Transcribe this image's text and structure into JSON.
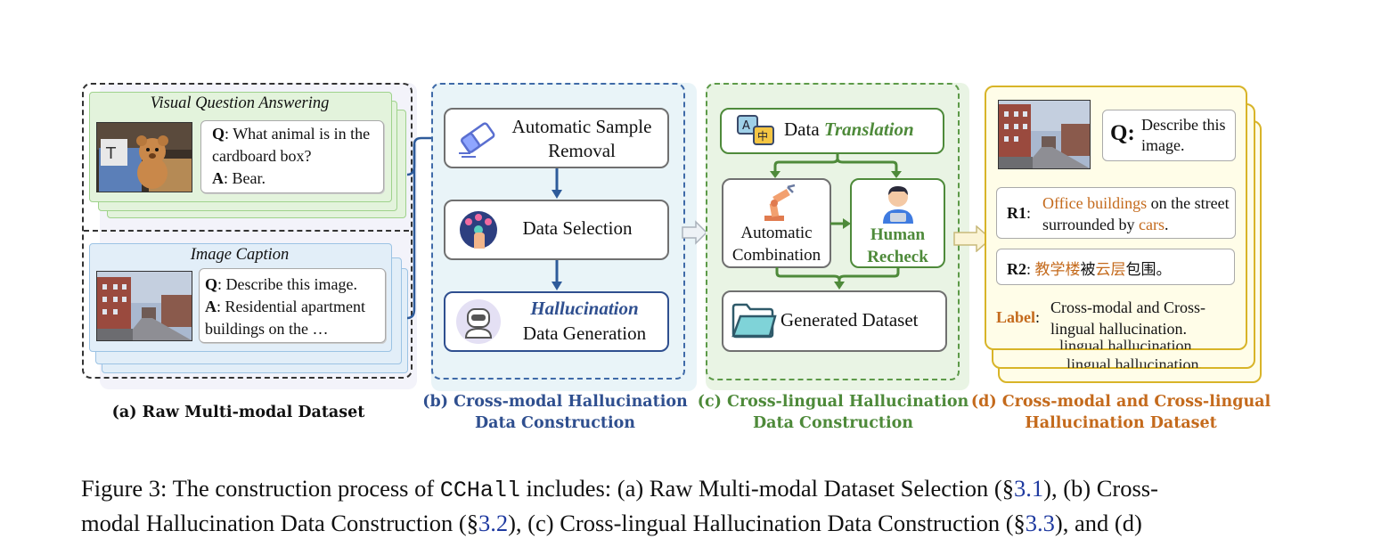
{
  "panel_a": {
    "vqa_title": "Visual Question Answering",
    "vqa_q_label": "Q",
    "vqa_q_text": ": What animal is in the cardboard box?",
    "vqa_a_label": "A",
    "vqa_a_text": ": Bear.",
    "cap_title": "Image Caption",
    "cap_q_label": "Q",
    "cap_q_text": ": Describe this image.",
    "cap_a_label": "A",
    "cap_a_text": ": Residential apartment buildings on the …",
    "label": "(a) Raw Multi-modal Dataset"
  },
  "panel_b": {
    "step1": "Automatic Sample Removal",
    "step2": "Data Selection",
    "step3_italic": "Hallucination",
    "step3_rest": "Data Generation",
    "label_line1": "(b) Cross-modal Hallucination",
    "label_line2": "Data Construction"
  },
  "panel_c": {
    "translation_plain": "Data",
    "translation_italic": "Translation",
    "auto_combination": "Automatic Combination",
    "human_recheck": "Human Recheck",
    "generated_dataset": "Generated Dataset",
    "label_line1": "(c) Cross-lingual Hallucination",
    "label_line2": "Data Construction"
  },
  "panel_d": {
    "q_label": "Q",
    "q_text": "Describe this image.",
    "r1_label": "R1",
    "r1_hl1": "Office buildings",
    "r1_mid": "on the street surrounded by",
    "r1_hl2": "cars",
    "r1_end": ".",
    "r2_label": "R2",
    "r2_hl1": "教学楼",
    "r2_mid": "被",
    "r2_hl2": "云层",
    "r2_end": "包围。",
    "label_label": "Label",
    "label_text": "Cross-modal and Cross-lingual hallucination.",
    "ghost_line1": "lingual hallucination.",
    "ghost_line2": "lingual hallucination.",
    "label_line1": "(d) Cross-modal and Cross-lingual",
    "label_line2": "Hallucination Dataset"
  },
  "caption": {
    "line1_pre": "Figure 3: The construction process of ",
    "name": "CCHall",
    "line1_mid": " includes: (a) Raw Multi-modal Dataset Selection (§",
    "ref1": "3.1",
    "line1_post": "), (b) Cross-",
    "line2_pre": "modal Hallucination Data Construction (§",
    "ref2": "3.2",
    "line2_mid": "), (c) Cross-lingual Hallucination Data Construction (§",
    "ref3": "3.3",
    "line2_post": "), and (d)"
  },
  "colors": {
    "blue_accent": "#2f4f8f",
    "green_accent": "#4e8a3a",
    "orange_accent": "#c46a1c",
    "panel_b_bg": "#e9f4f8",
    "panel_c_bg": "#e9f4e4",
    "panel_d_bg": "#fffde8"
  }
}
